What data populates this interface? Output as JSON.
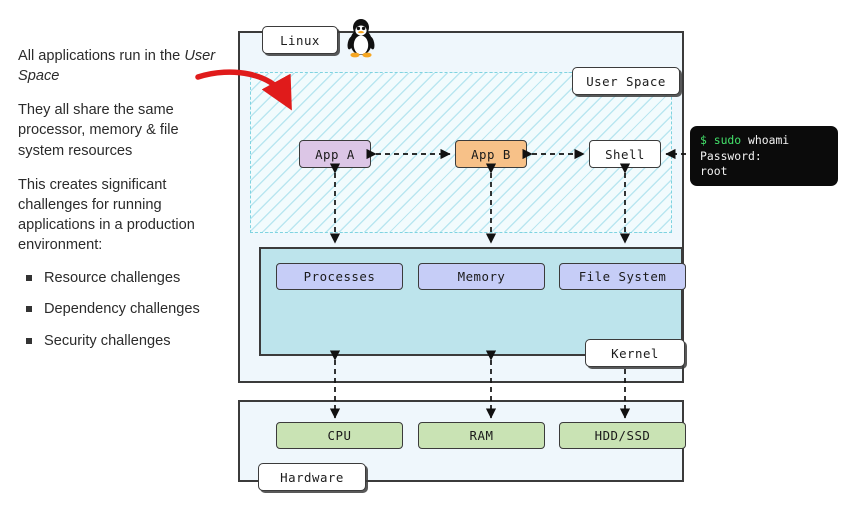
{
  "narrative": {
    "paragraphs": [
      {
        "text_before": "All applications run in the ",
        "emphasis": "User Space",
        "text_after": ""
      },
      {
        "text_before": "They all share the same processor, memory & file system resources",
        "emphasis": "",
        "text_after": ""
      },
      {
        "text_before": "This creates significant challenges for running applications in a production environment:",
        "emphasis": "",
        "text_after": ""
      }
    ],
    "p1_lead": "All applications run in",
    "p1_the": "the ",
    "p1_em": "User Space",
    "p2": "They all share the same processor, memory & file system resources",
    "p3": "This creates significant challenges for running applications in a production environment:",
    "bullets": [
      "Resource challenges",
      "Dependency challenges",
      "Security challenges"
    ]
  },
  "diagram": {
    "title_tag": "Linux",
    "userspace_tag": "User Space",
    "kernel_tag": "Kernel",
    "hardware_tag": "Hardware",
    "userspace_nodes": [
      {
        "id": "app-a",
        "label": "App A",
        "color": "#dcc6e6"
      },
      {
        "id": "app-b",
        "label": "App B",
        "color": "#f7c188"
      },
      {
        "id": "shell",
        "label": "Shell",
        "color": "#ffffff"
      }
    ],
    "kernel_nodes": [
      {
        "id": "processes",
        "label": "Processes",
        "color": "#c6cdf7"
      },
      {
        "id": "memory",
        "label": "Memory",
        "color": "#c6cdf7"
      },
      {
        "id": "filesystem",
        "label": "File System",
        "color": "#c6cdf7"
      }
    ],
    "hardware_nodes": [
      {
        "id": "cpu",
        "label": "CPU",
        "color": "#c9e3b4"
      },
      {
        "id": "ram",
        "label": "RAM",
        "color": "#c9e3b4"
      },
      {
        "id": "hdd",
        "label": "HDD/SSD",
        "color": "#c9e3b4"
      }
    ],
    "icons": {
      "mascot": "tux-penguin-icon",
      "pointer": "red-curved-arrow-icon"
    },
    "colors": {
      "outer_fill": "#eff7fc",
      "kernel_fill": "#bde4ec",
      "userspace_hatch": "#8cd6e6",
      "stroke": "#3b3b3b",
      "arrow_accent": "#e01b1b"
    }
  },
  "terminal": {
    "line1_prompt": "$ sudo",
    "line1_cmd": " whoami",
    "line2": "Password:",
    "line3": "root",
    "prompt_color": "#43e06a",
    "text_color": "#f2f2f2",
    "background": "#0b0b0b"
  }
}
